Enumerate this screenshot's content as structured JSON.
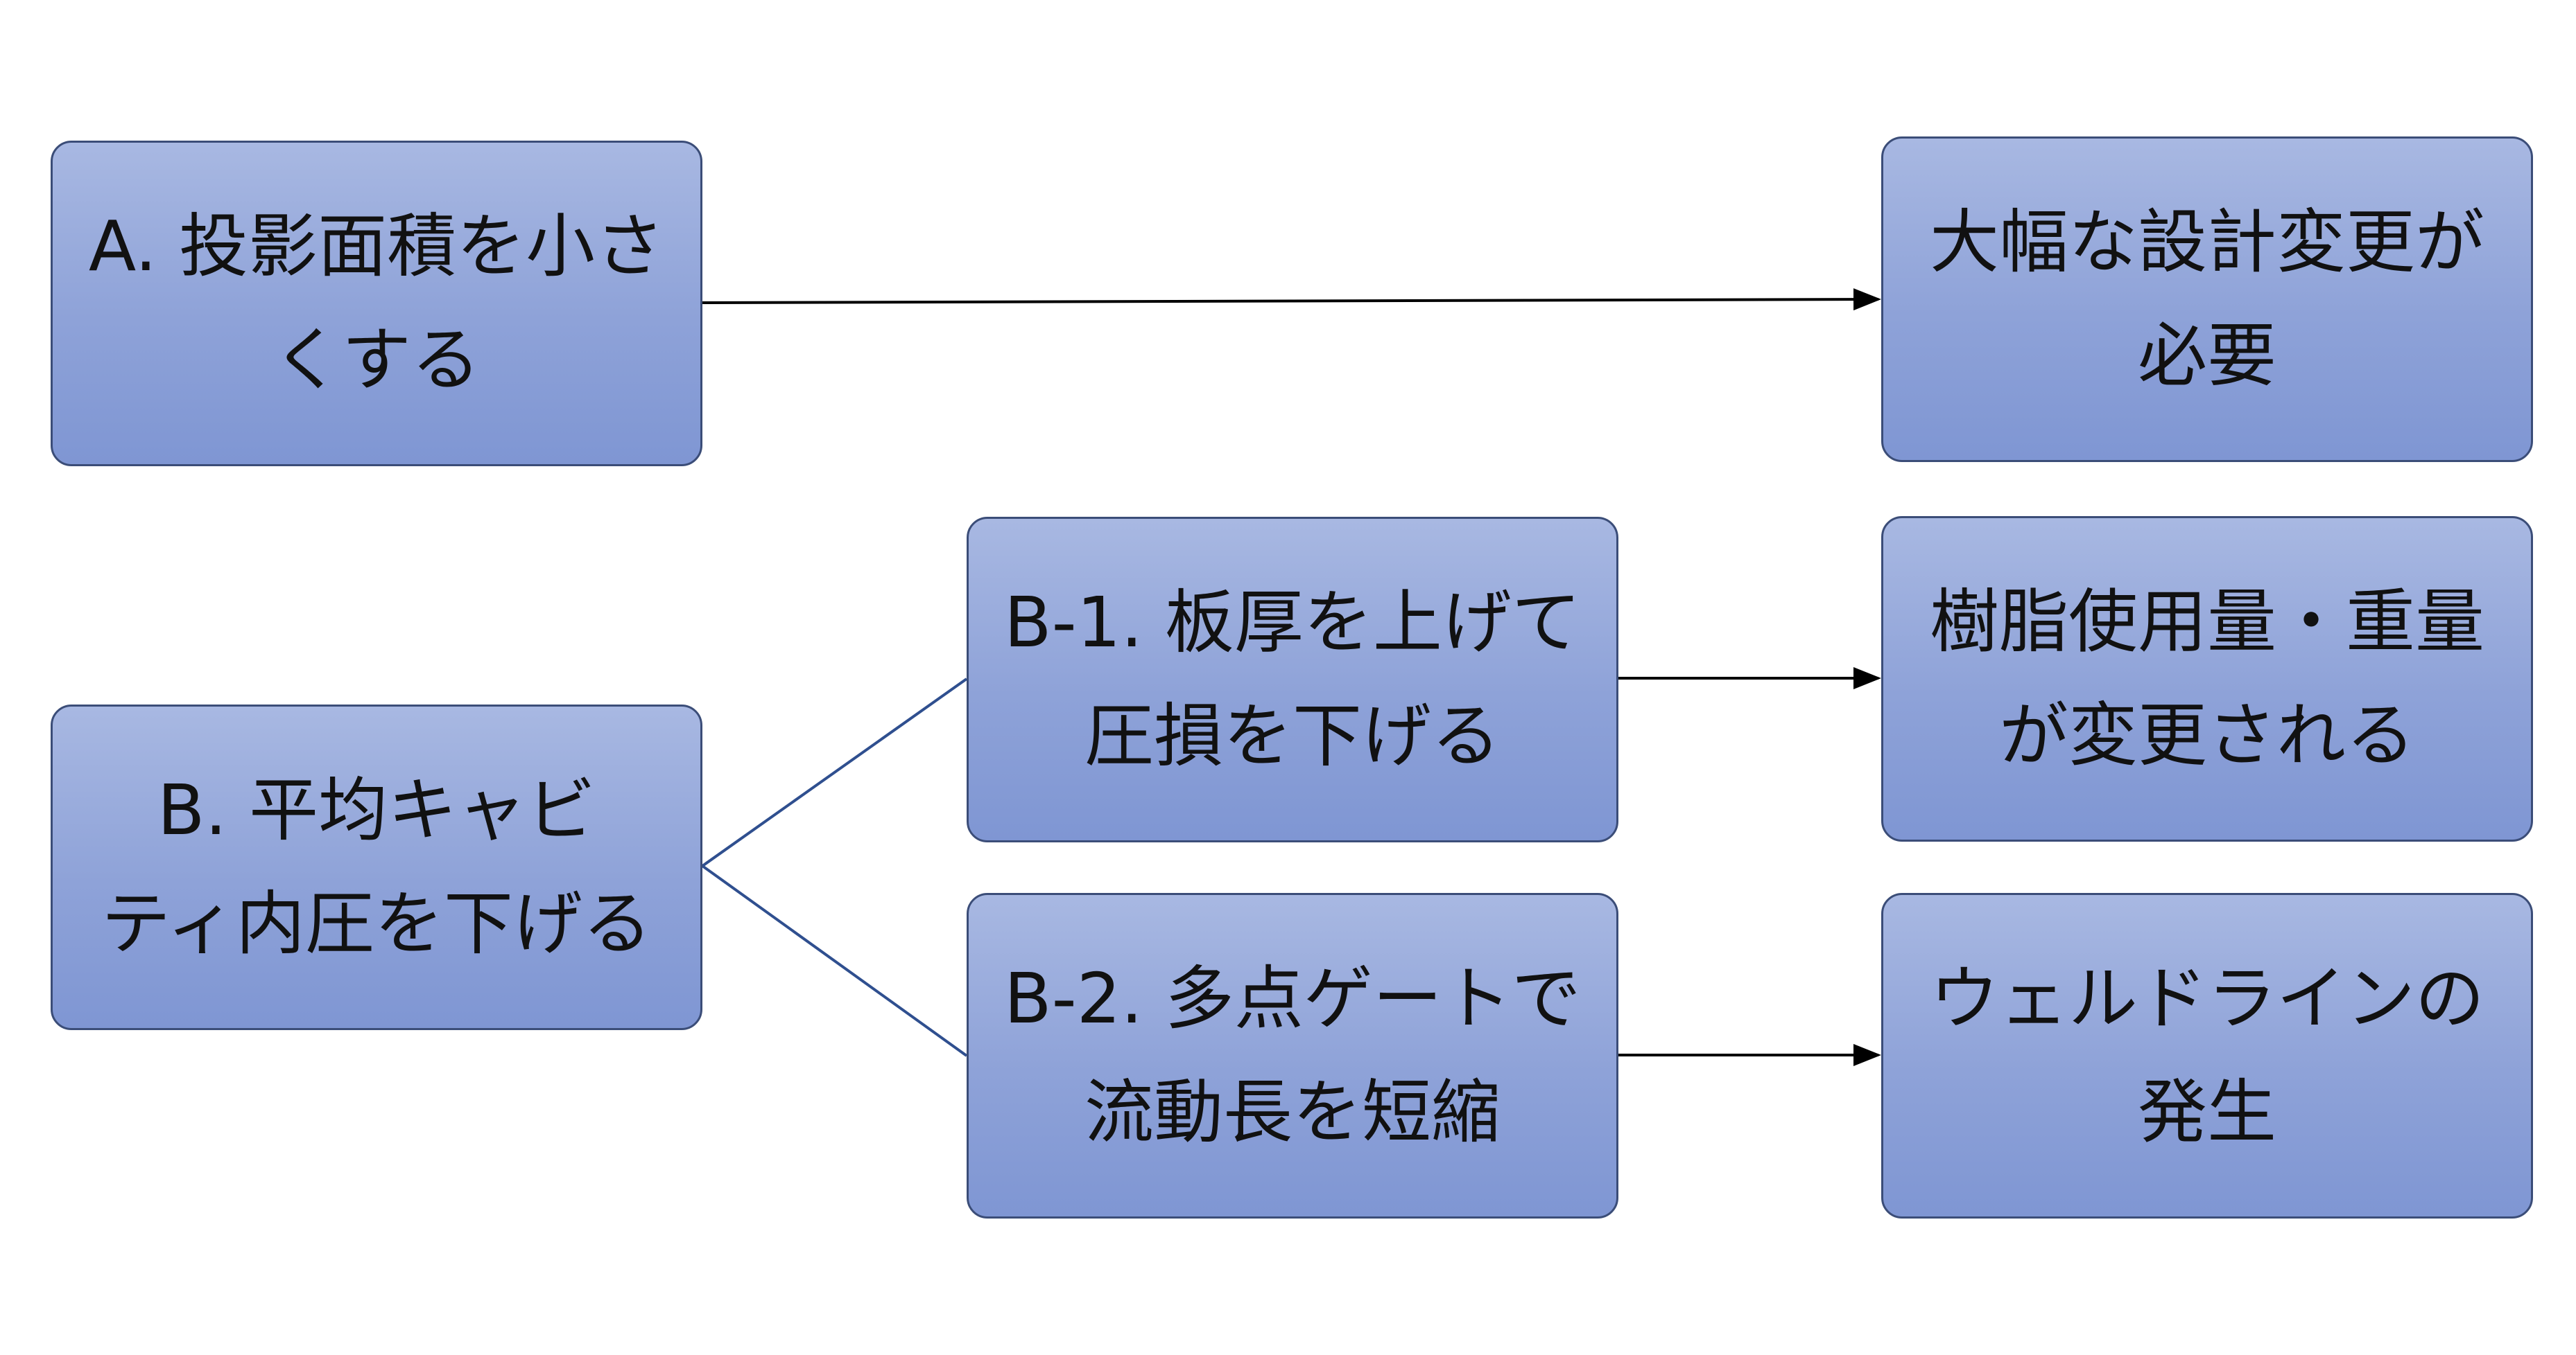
{
  "nodes": {
    "a": "A. 投影面積を小さ\nくする",
    "b": "B. 平均キャビ\nティ内圧を下げる",
    "b1": "B-1. 板厚を上げて\n圧損を下げる",
    "b2": "B-2. 多点ゲートで\n流動長を短縮",
    "ra": "大幅な設計変更が\n必要",
    "rb1": "樹脂使用量・重量\nが変更される",
    "rb2": "ウェルドラインの\n発生"
  },
  "colors": {
    "box_fill_top": "#a8b8e2",
    "box_fill_bottom": "#7f96d3",
    "box_border": "#3b4d78",
    "arrow": "#000000",
    "branch_line": "#2f4f8f"
  }
}
